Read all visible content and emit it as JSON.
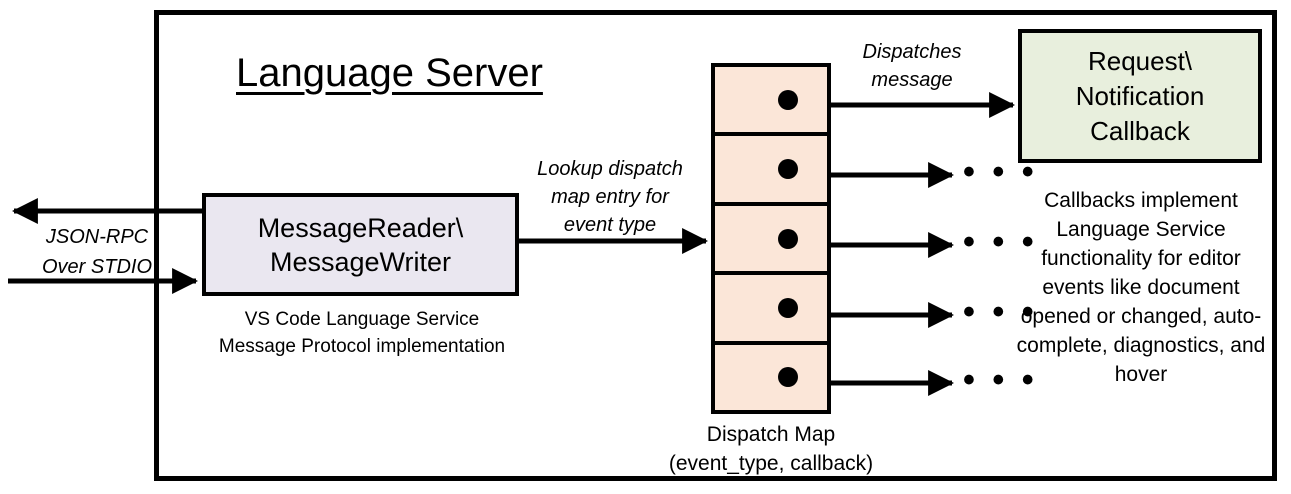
{
  "diagram": {
    "title": "Language Server",
    "boxes": {
      "message_rw": {
        "line1": "MessageReader\\",
        "line2": "MessageWriter",
        "caption_line1": "VS Code Language Service",
        "caption_line2": "Message Protocol implementation",
        "fill": "#eae7f0"
      },
      "callback": {
        "line1": "Request\\",
        "line2": "Notification",
        "line3": "Callback",
        "caption": "Callbacks implement Language Service functionality for editor events like document opened or changed, auto-complete, diagnostics, and hover",
        "fill": "#e8efdd"
      },
      "dispatch_map": {
        "caption_line1": "Dispatch Map",
        "caption_line2": "(event_type, callback)",
        "fill": "#fbe6d8",
        "cell_count": 5,
        "cells": [
          {
            "index": 1,
            "target": "Request\\Notification Callback"
          },
          {
            "index": 2,
            "target": "..."
          },
          {
            "index": 3,
            "target": "..."
          },
          {
            "index": 4,
            "target": "..."
          },
          {
            "index": 5,
            "target": "..."
          }
        ]
      }
    },
    "labels": {
      "jsonrpc_line1": "JSON-RPC",
      "jsonrpc_line2": "Over STDIO",
      "lookup_line1": "Lookup dispatch",
      "lookup_line2": "map entry for",
      "lookup_line3": "event type",
      "dispatches_line1": "Dispatches",
      "dispatches_line2": "message"
    },
    "ellipsis": "• • •",
    "colors": {
      "stroke": "#000000",
      "background": "#ffffff",
      "box_lavender": "#eae7f0",
      "box_green": "#e8efdd",
      "box_peach": "#fbe6d8"
    }
  }
}
